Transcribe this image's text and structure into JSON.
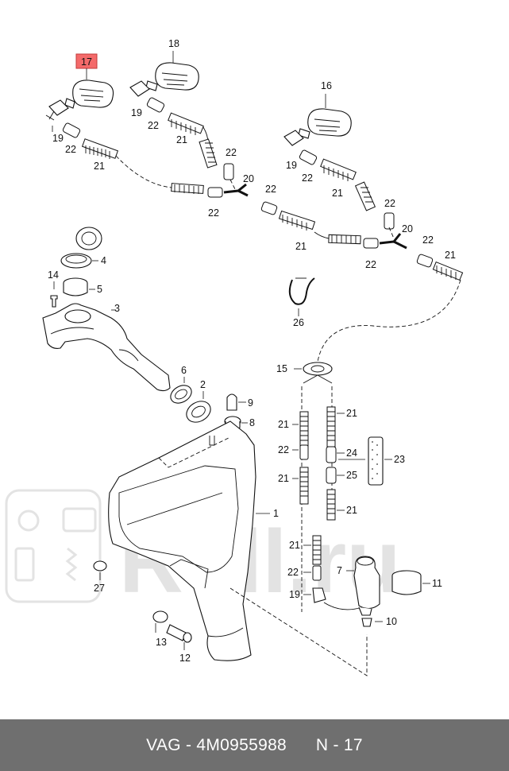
{
  "watermark": {
    "text": "Rull.ru"
  },
  "highlighted_part": "17",
  "callouts": {
    "p1": "1",
    "p2": "2",
    "p3": "3",
    "p4": "4",
    "p5": "5",
    "p6": "6",
    "p7": "7",
    "p8": "8",
    "p9": "9",
    "p10": "10",
    "p11": "11",
    "p12": "12",
    "p13": "13",
    "p14": "14",
    "p15": "15",
    "p16": "16",
    "p17": "17",
    "p18": "18",
    "p19": "19",
    "p20": "20",
    "p21": "21",
    "p22": "22",
    "p23": "23",
    "p24": "24",
    "p25": "25",
    "p26": "26",
    "p27": "27"
  },
  "footer": {
    "brand": "VAG",
    "separator": " - ",
    "part_number": "4M0955988",
    "page_ref": "N - 17"
  }
}
